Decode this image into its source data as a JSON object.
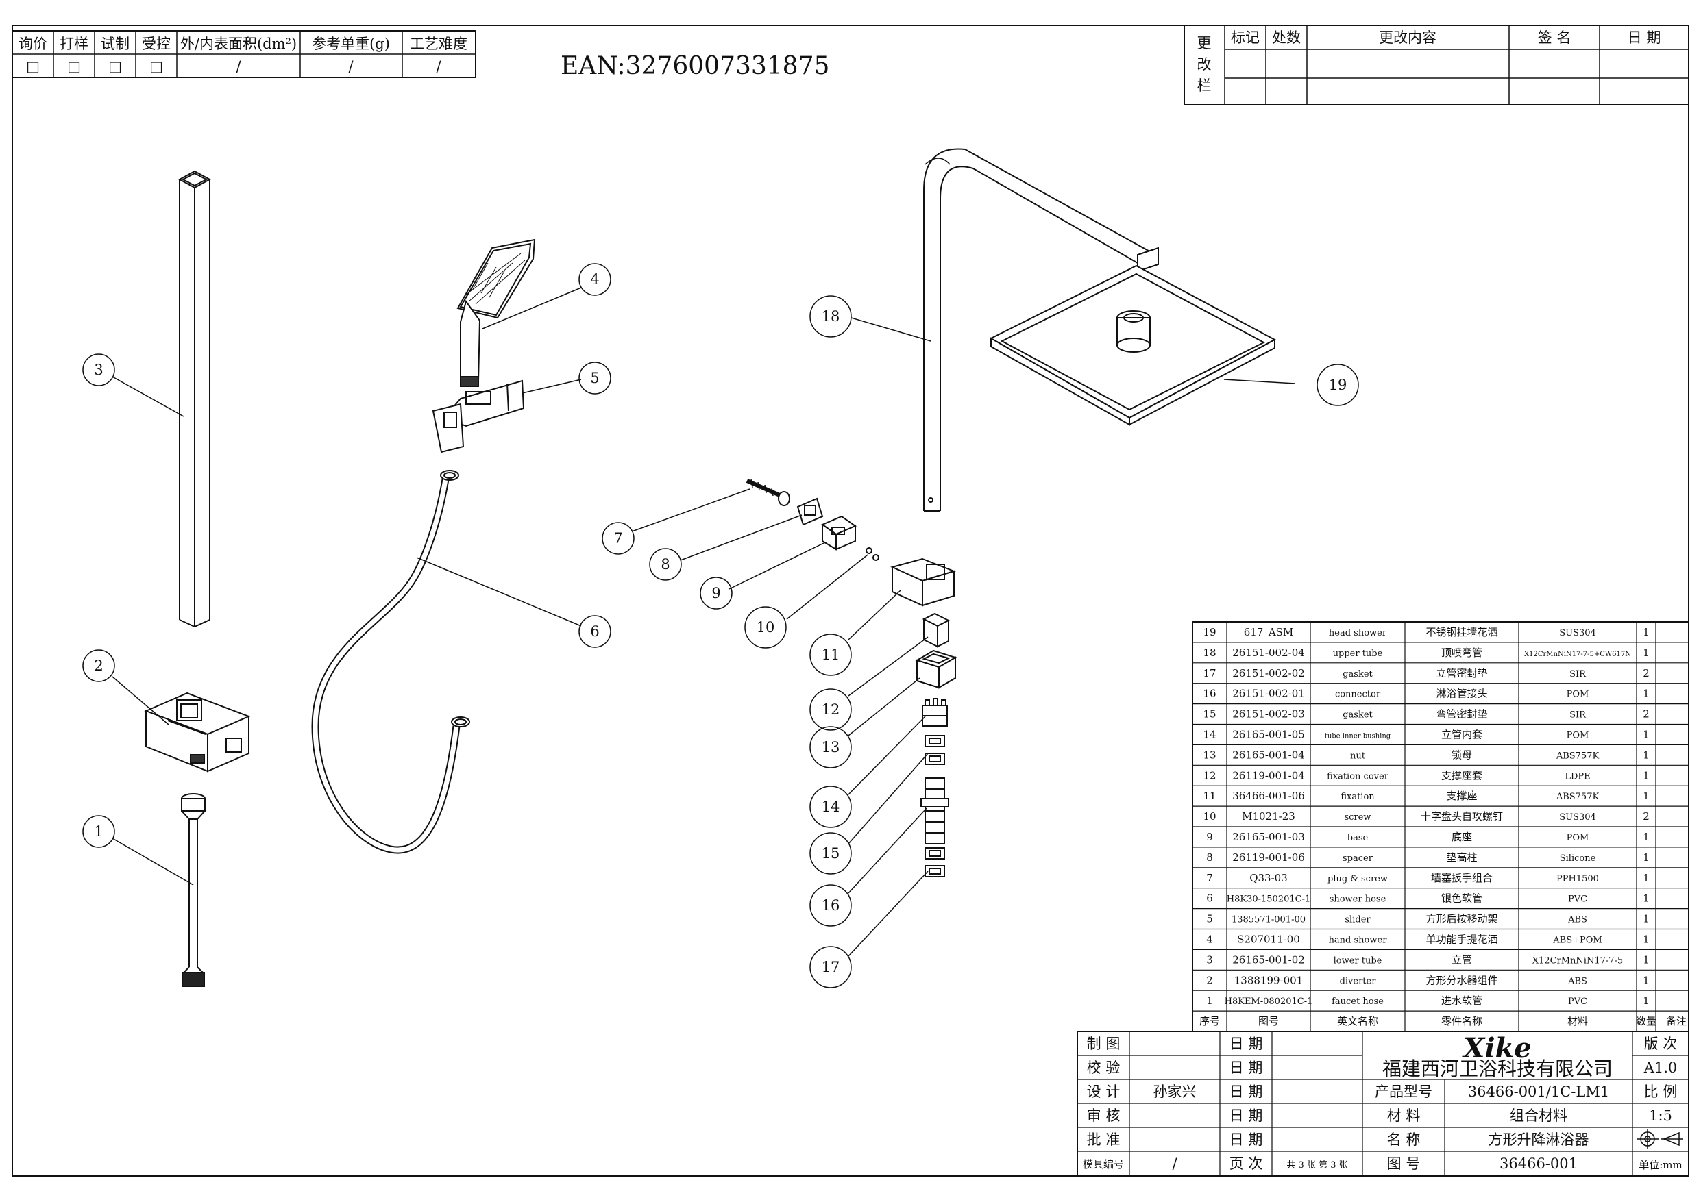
{
  "ean": "EAN:3276007331875",
  "status_table": {
    "headers": [
      "询价",
      "打样",
      "试制",
      "受控",
      "外/内表面积(dm²)",
      "参考单重(g)",
      "工艺难度"
    ],
    "values": [
      "□",
      "□",
      "□",
      "□",
      "/",
      "/",
      "/"
    ]
  },
  "revision_table": {
    "side_label": [
      "更",
      "改",
      "栏"
    ],
    "headers": [
      "标记",
      "处数",
      "更改内容",
      "签 名",
      "日 期"
    ]
  },
  "callouts": [
    "1",
    "2",
    "3",
    "4",
    "5",
    "6",
    "7",
    "8",
    "9",
    "10",
    "11",
    "12",
    "13",
    "14",
    "15",
    "16",
    "17",
    "18",
    "19"
  ],
  "bom": {
    "headers": [
      "序号",
      "图号",
      "英文名称",
      "零件名称",
      "材料",
      "数量",
      "备注"
    ],
    "rows": [
      {
        "no": "19",
        "code": "617_ASM",
        "en": "head shower",
        "cn": "不锈钢挂墙花洒",
        "mat": "SUS304",
        "qty": "1"
      },
      {
        "no": "18",
        "code": "26151-002-04",
        "en": "upper tube",
        "cn": "顶喷弯管",
        "mat": "X12CrMnNiN17-7-5+CW617N",
        "qty": "1"
      },
      {
        "no": "17",
        "code": "26151-002-02",
        "en": "gasket",
        "cn": "立管密封垫",
        "mat": "SIR",
        "qty": "2"
      },
      {
        "no": "16",
        "code": "26151-002-01",
        "en": "connector",
        "cn": "淋浴管接头",
        "mat": "POM",
        "qty": "1"
      },
      {
        "no": "15",
        "code": "26151-002-03",
        "en": "gasket",
        "cn": "弯管密封垫",
        "mat": "SIR",
        "qty": "2"
      },
      {
        "no": "14",
        "code": "26165-001-05",
        "en": "tube inner bushing",
        "cn": "立管内套",
        "mat": "POM",
        "qty": "1"
      },
      {
        "no": "13",
        "code": "26165-001-04",
        "en": "nut",
        "cn": "锁母",
        "mat": "ABS757K",
        "qty": "1"
      },
      {
        "no": "12",
        "code": "26119-001-04",
        "en": "fixation cover",
        "cn": "支撑座套",
        "mat": "LDPE",
        "qty": "1"
      },
      {
        "no": "11",
        "code": "36466-001-06",
        "en": "fixation",
        "cn": "支撑座",
        "mat": "ABS757K",
        "qty": "1"
      },
      {
        "no": "10",
        "code": "M1021-23",
        "en": "screw",
        "cn": "十字盘头自攻螺钉",
        "mat": "SUS304",
        "qty": "2"
      },
      {
        "no": "9",
        "code": "26165-001-03",
        "en": "base",
        "cn": "底座",
        "mat": "POM",
        "qty": "1"
      },
      {
        "no": "8",
        "code": "26119-001-06",
        "en": "spacer",
        "cn": "垫高柱",
        "mat": "Silicone",
        "qty": "1"
      },
      {
        "no": "7",
        "code": "Q33-03",
        "en": "plug & screw",
        "cn": "墙塞扳手组合",
        "mat": "PPH1500",
        "qty": "1"
      },
      {
        "no": "6",
        "code": "H8K30-150201C-1",
        "en": "shower hose",
        "cn": "银色软管",
        "mat": "PVC",
        "qty": "1"
      },
      {
        "no": "5",
        "code": "1385571-001-00",
        "en": "slider",
        "cn": "方形后按移动架",
        "mat": "ABS",
        "qty": "1"
      },
      {
        "no": "4",
        "code": "S207011-00",
        "en": "hand shower",
        "cn": "单功能手提花洒",
        "mat": "ABS+POM",
        "qty": "1"
      },
      {
        "no": "3",
        "code": "26165-001-02",
        "en": "lower tube",
        "cn": "立管",
        "mat": "X12CrMnNiN17-7-5",
        "qty": "1"
      },
      {
        "no": "2",
        "code": "1388199-001",
        "en": "diverter",
        "cn": "方形分水器组件",
        "mat": "ABS",
        "qty": "1"
      },
      {
        "no": "1",
        "code": "H8KEM-080201C-1",
        "en": "faucet hose",
        "cn": "进水软管",
        "mat": "PVC",
        "qty": "1"
      }
    ]
  },
  "title_block": {
    "labels": [
      "制 图",
      "校 验",
      "设 计",
      "审 核",
      "批 准",
      "模具编号"
    ],
    "designer": "孙家兴",
    "mold_no": "/",
    "date_label": "日 期",
    "page_label": "页 次",
    "page_value": "共 3 张  第 3 张",
    "logo": "Xike",
    "company": "福建西河卫浴科技有限公司",
    "product_type_label": "产品型号",
    "product_type": "36466-001/1C-LM1",
    "material_label": "材 料",
    "material": "组合材料",
    "name_label": "名 称",
    "name": "方形升降淋浴器",
    "drawing_no_label": "图 号",
    "drawing_no": "36466-001",
    "version_label": "版 次",
    "version": "A1.0",
    "scale_label": "比 例",
    "scale": "1:5",
    "unit": "单位:mm"
  }
}
